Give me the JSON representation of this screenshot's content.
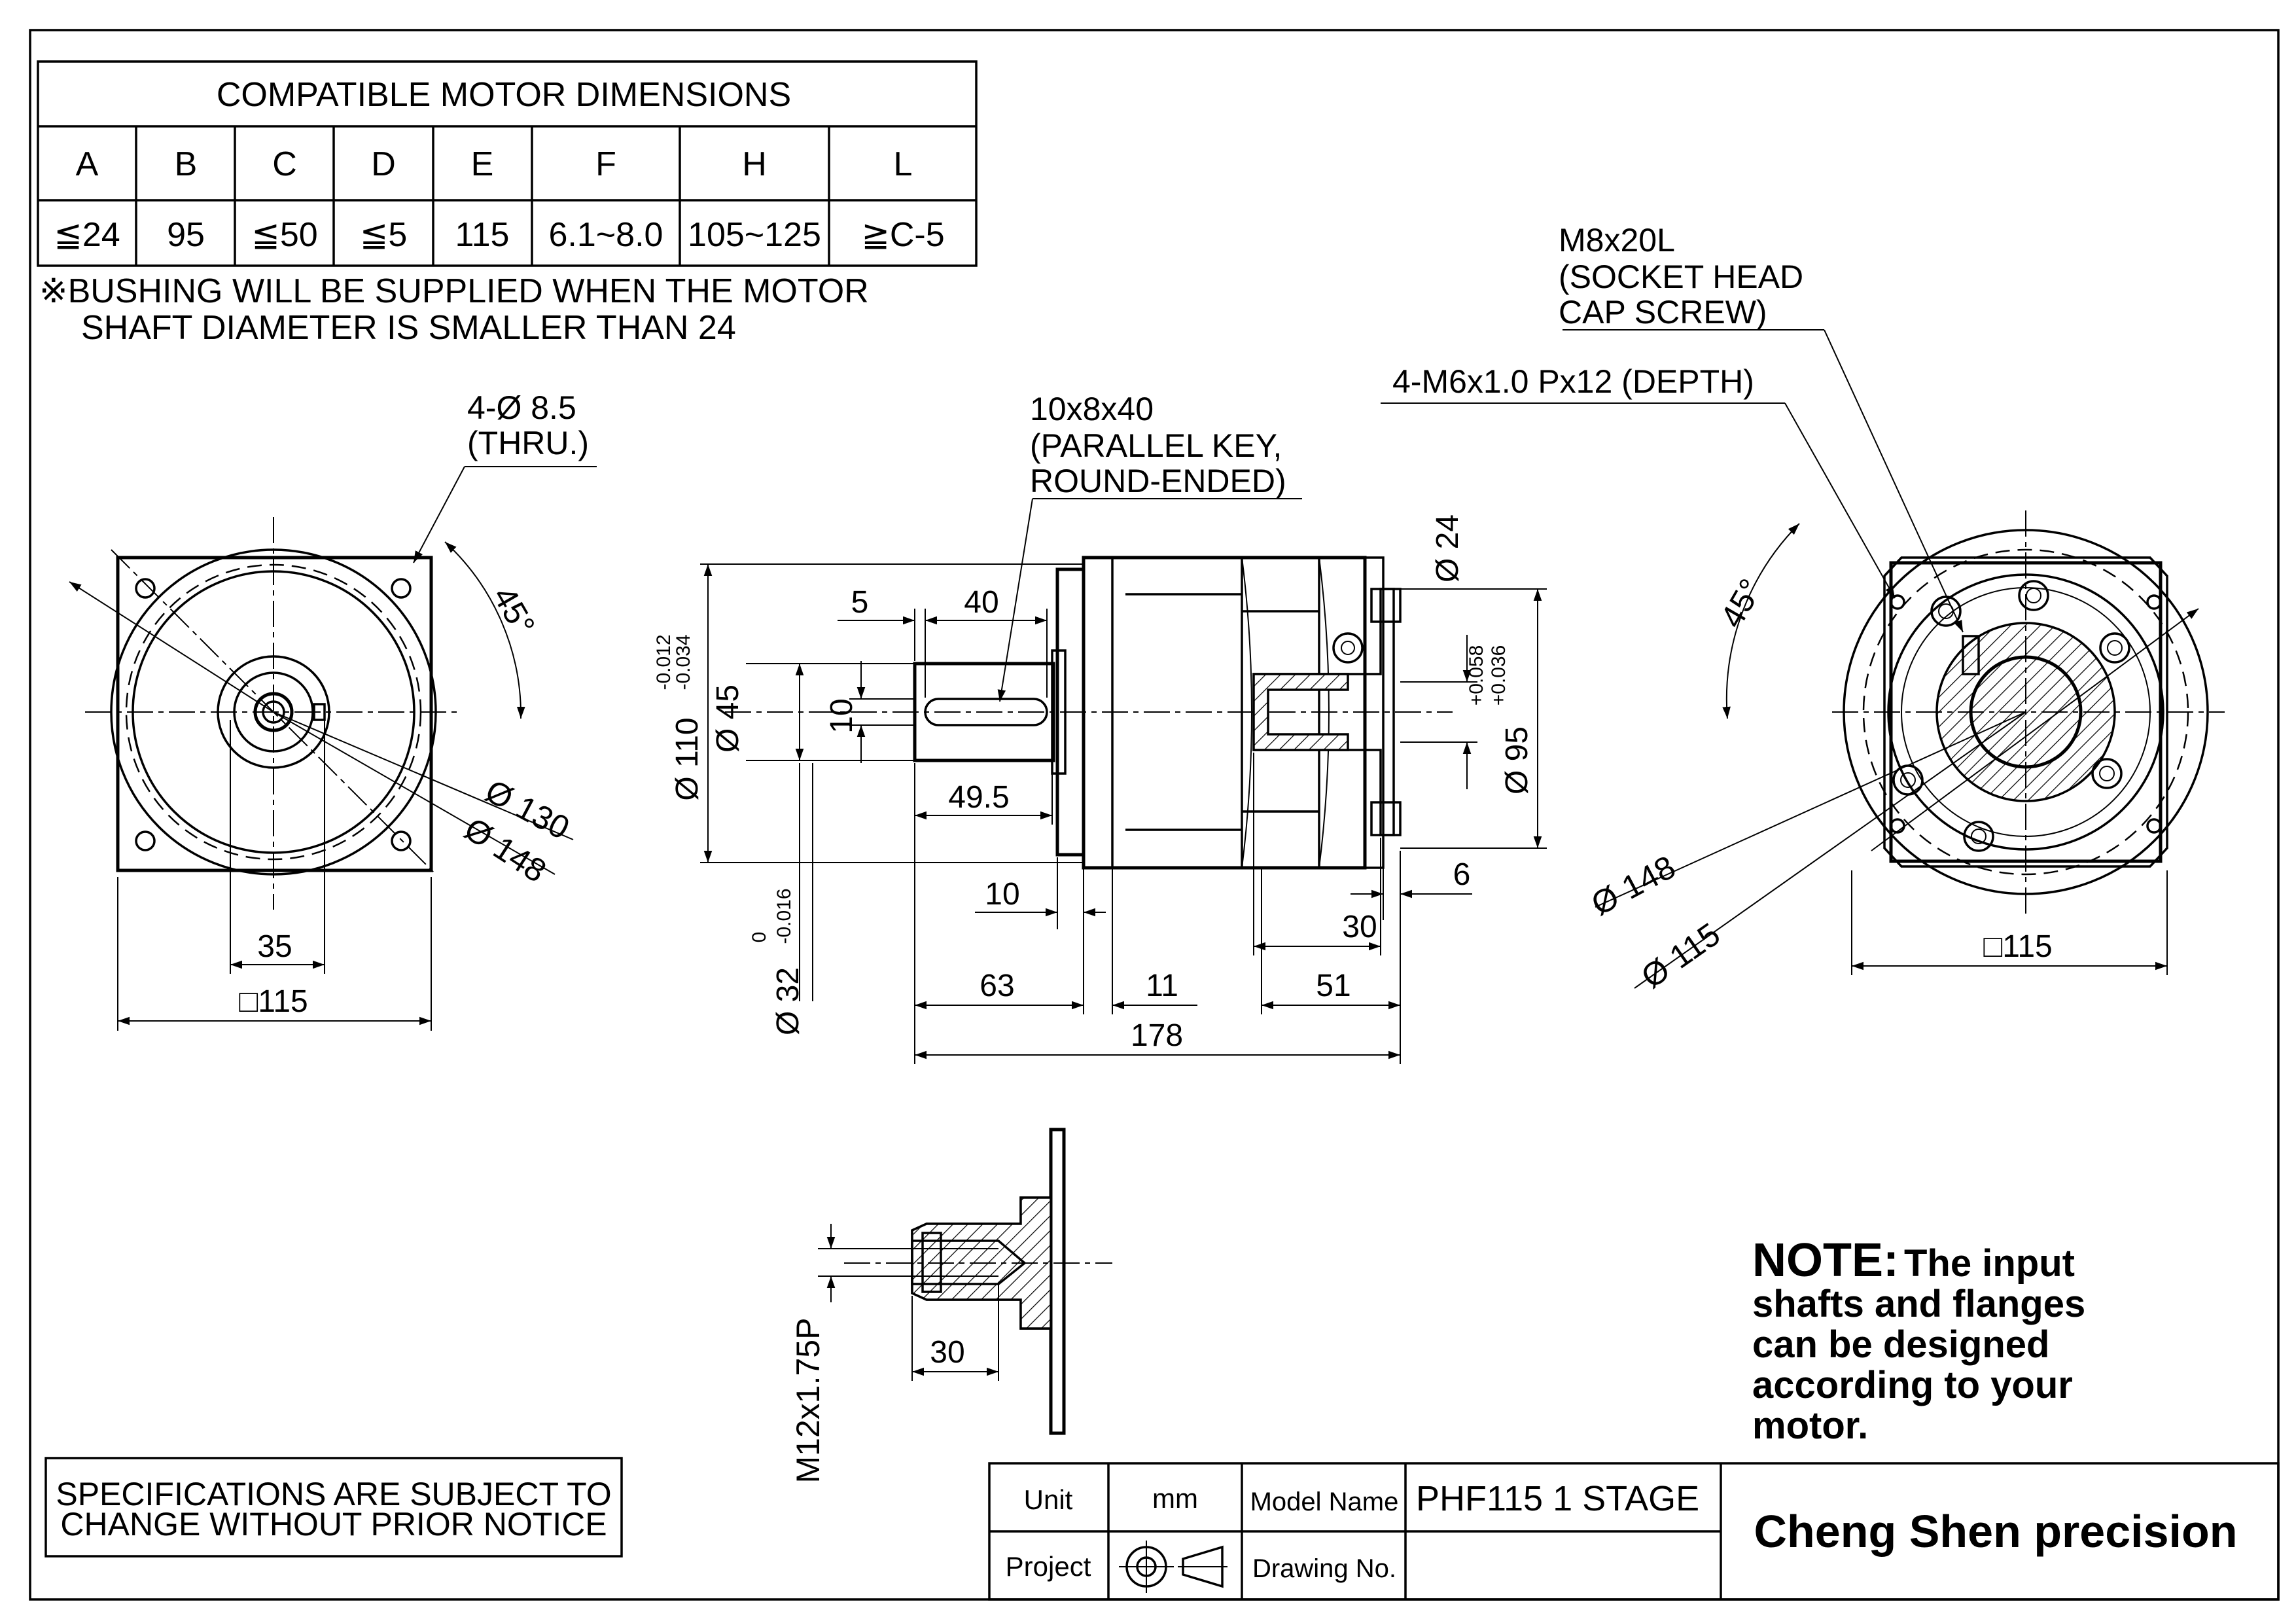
{
  "motor_table": {
    "title": "COMPATIBLE MOTOR DIMENSIONS",
    "headers": [
      "A",
      "B",
      "C",
      "D",
      "E",
      "F",
      "H",
      "L"
    ],
    "values": [
      "≦24",
      "95",
      "≦50",
      "≦5",
      "115",
      "6.1~8.0",
      "105~125",
      "≧C-5"
    ]
  },
  "bushing_note": {
    "line1": "※BUSHING WILL BE SUPPLIED WHEN THE MOTOR",
    "line2": "SHAFT DIAMETER IS SMALLER THAN 24"
  },
  "left_view": {
    "hole_callout_1": "4-Ø 8.5",
    "hole_callout_2": "(THRU.)",
    "angle": "45°",
    "dia_130": "Ø 130",
    "dia_148": "Ø 148",
    "dim_35": "35",
    "dim_square": "□115"
  },
  "side_view": {
    "key_callout_1": "10x8x40",
    "key_callout_2": "(PARALLEL KEY,",
    "key_callout_3": "ROUND-ENDED)",
    "dim_5": "5",
    "dim_40": "40",
    "dim_10_key": "10",
    "dim_49_5": "49.5",
    "dia_110": "Ø 110",
    "tol_110_upper": "-0.012",
    "tol_110_lower": "-0.034",
    "dia_45": "Ø 45",
    "dia_24": "Ø 24",
    "dia_95": "Ø 95",
    "tol_95_upper": "+0.058",
    "tol_95_lower": "+0.036",
    "dim_6": "6",
    "dim_10_flange": "10",
    "dim_30": "30",
    "dia_32": "Ø 32",
    "tol_32_upper": "0",
    "tol_32_lower": "-0.016",
    "dim_63": "63",
    "dim_11": "11",
    "dim_51": "51",
    "dim_178": "178"
  },
  "right_view": {
    "screw_callout_1": "M8x20L",
    "screw_callout_2": "(SOCKET HEAD",
    "screw_callout_3": "CAP SCREW)",
    "tap_callout": "4-M6x1.0 Px12 (DEPTH)",
    "angle": "45°",
    "dia_148": "Ø 148",
    "dia_115": "Ø 115",
    "dim_square": "□115"
  },
  "detail_view": {
    "thread": "M12x1.75P",
    "dim_30": "30"
  },
  "note": {
    "label": "NOTE:",
    "line1": "The input",
    "line2": "shafts and flanges",
    "line3": "can be designed",
    "line4": "according to your",
    "line5": "motor."
  },
  "spec_box": {
    "line1": "SPECIFICATIONS ARE SUBJECT TO",
    "line2": "CHANGE WITHOUT PRIOR NOTICE"
  },
  "title_block": {
    "unit_label": "Unit",
    "unit_value": "mm",
    "model_label": "Model Name",
    "model_value": "PHF115 1 STAGE",
    "project_label": "Project",
    "drawing_label": "Drawing No.",
    "drawing_value": "",
    "brand": "Cheng Shen precision"
  }
}
